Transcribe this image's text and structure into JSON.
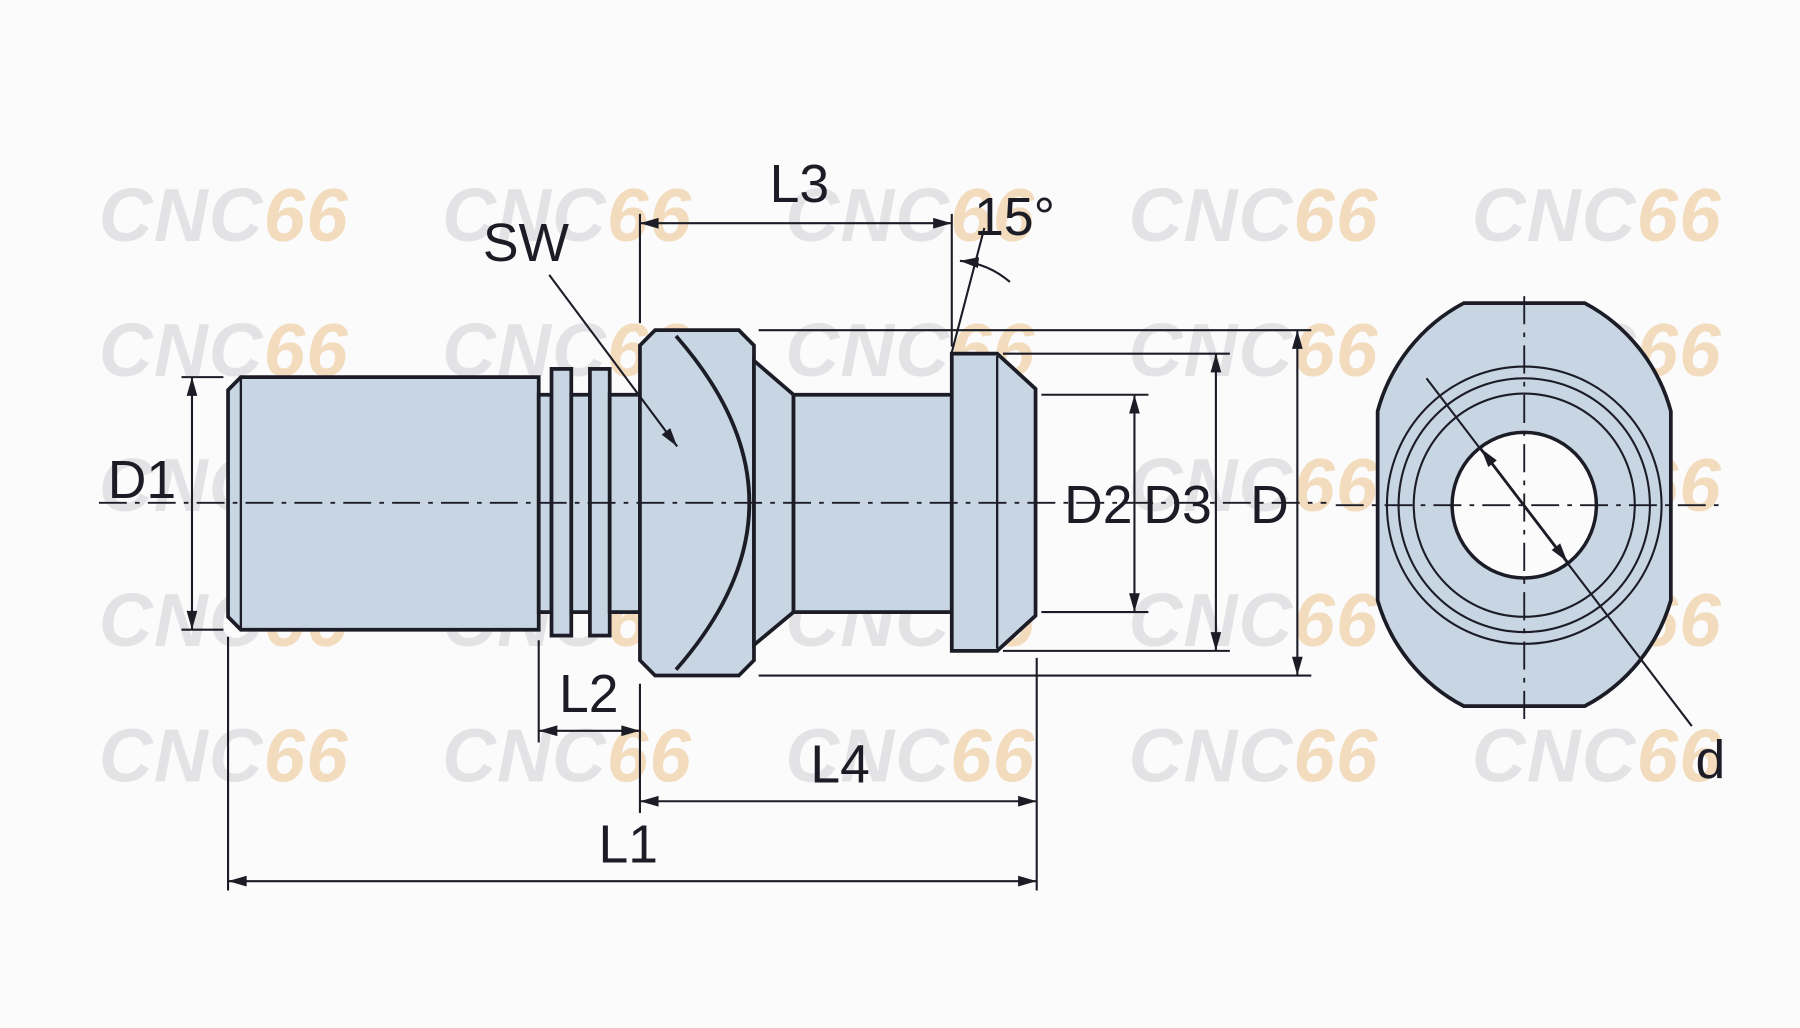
{
  "drawing": {
    "type": "technical-drawing",
    "subject": "pull stud retention knob - side view and end view",
    "line_color": "#1c1c27",
    "body_fill": "#c8d5e3",
    "labels": {
      "l3": "L3",
      "sw": "SW",
      "angle": "15°",
      "d1": "D1",
      "d2": "D2",
      "d3": "D3",
      "d_major": "D",
      "l2": "L2",
      "l4": "L4",
      "l1": "L1",
      "d_small": "d"
    }
  },
  "watermark": {
    "part1": "CNC",
    "part2": "66",
    "color1": "#e3e3e5",
    "color2": "#f3dcbd"
  }
}
